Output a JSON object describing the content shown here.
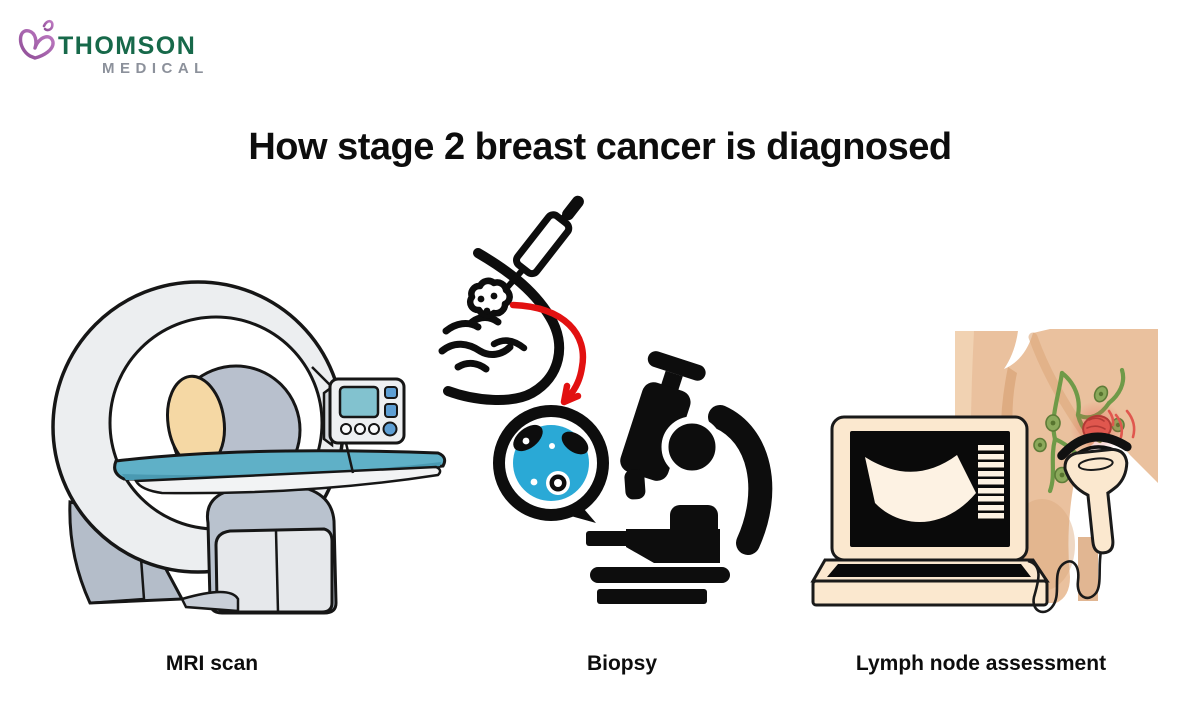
{
  "logo": {
    "brand": "THOMSON",
    "division": "MEDICAL",
    "icon": "butterfly-icon",
    "brand_color": "#17694A",
    "division_color": "#8C919B",
    "icon_color": "#9C4F9E"
  },
  "title": "How stage 2 breast cancer is diagnosed",
  "panels": [
    {
      "id": "mri",
      "label": "MRI scan",
      "icon": "mri-scanner-illustration"
    },
    {
      "id": "biopsy",
      "label": "Biopsy",
      "icon": "biopsy-needle-microscope-illustration"
    },
    {
      "id": "lymph",
      "label": "Lymph node assessment",
      "icon": "ultrasound-lymph-node-illustration"
    }
  ],
  "colors": {
    "background": "#FFFFFF",
    "text": "#0D0D0D",
    "outline": "#161616",
    "mri_table_teal": "#5FB0C7",
    "mri_bore_gray": "#B8C0CD",
    "mri_opening_tan": "#F5D8A4",
    "mri_body_gray": "#E6E8EB",
    "biopsy_arrow_red": "#E21111",
    "biopsy_cell_cyan": "#2AA9D6",
    "ultrasound_cream": "#FBE8CF",
    "skin_tone": "#EAC19E",
    "skin_shadow": "#D9A47A",
    "lymph_green": "#6F9A48",
    "inflamed_node_red": "#E0574E"
  }
}
